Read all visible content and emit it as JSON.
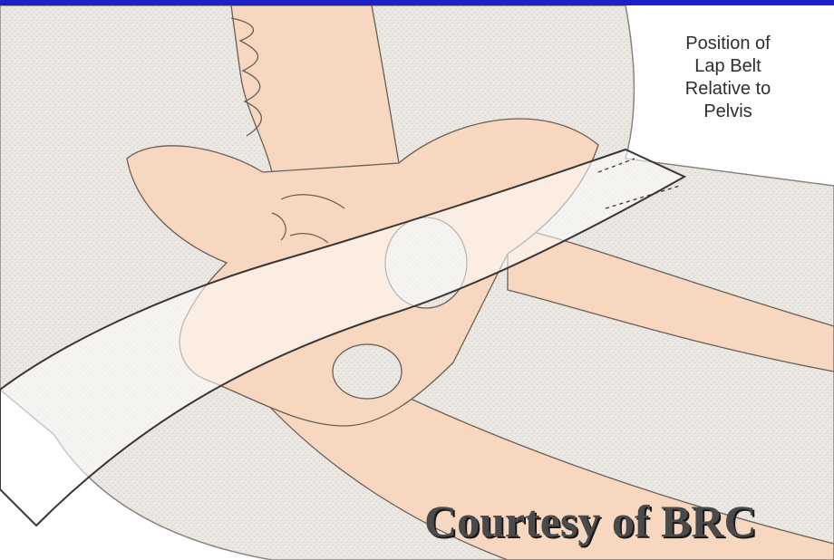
{
  "caption": {
    "lines": [
      "Position of",
      "Lap Belt",
      "Relative to",
      "Pelvis"
    ]
  },
  "credit": "Courtesy of BRC",
  "colors": {
    "top_bar": "#1c20c8",
    "background": "#ffffff",
    "body_outline": "#e6e2dd",
    "bone": "#f7d7bf",
    "line": "#3a3636",
    "belt": "#ffffff"
  },
  "icons": [
    "pelvis-illustration",
    "spine-illustration",
    "femur-illustration",
    "lap-belt-illustration"
  ]
}
